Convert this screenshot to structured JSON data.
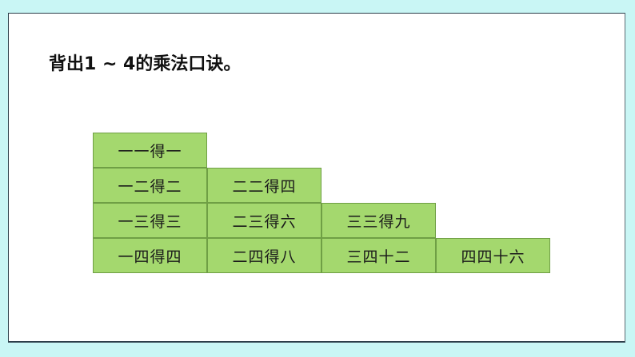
{
  "title": "背出1 ~ 4的乘法口诀。",
  "colors": {
    "background": "#c9f6f5",
    "cell_fill": "#a4d86e",
    "cell_border": "#6f9f45",
    "text": "#111111"
  },
  "table": {
    "rows": [
      [
        "一一得一"
      ],
      [
        "一二得二",
        "二二得四"
      ],
      [
        "一三得三",
        "二三得六",
        "三三得九"
      ],
      [
        "一四得四",
        "二四得八",
        "三四十二",
        "四四十六"
      ]
    ]
  }
}
